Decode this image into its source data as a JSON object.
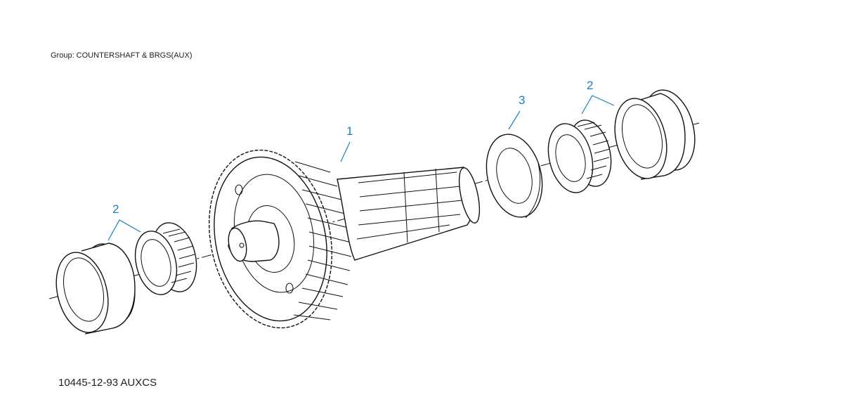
{
  "group_label": "Group: COUNTERSHAFT & BRGS(AUX)",
  "figure_code": "10445-12-93 AUXCS",
  "callouts": {
    "item_1": "1",
    "item_2_left": "2",
    "item_2_right": "2",
    "item_3": "3"
  },
  "colors": {
    "callout": "#1a7fc0",
    "line": "#111111"
  }
}
